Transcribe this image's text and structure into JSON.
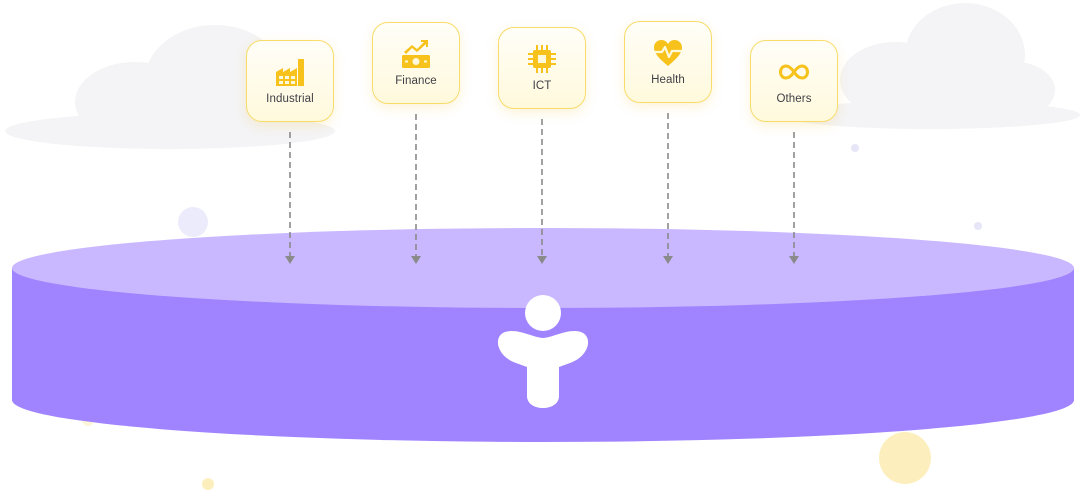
{
  "categories": [
    {
      "label": "Industrial",
      "icon": "factory-icon"
    },
    {
      "label": "Finance",
      "icon": "money-growth-icon"
    },
    {
      "label": "ICT",
      "icon": "chip-icon"
    },
    {
      "label": "Health",
      "icon": "heart-pulse-icon"
    },
    {
      "label": "Others",
      "icon": "infinity-icon"
    }
  ],
  "colors": {
    "icon": "#f6c21b",
    "card_border": "#f8dc6a",
    "platform_top": "#c9b8ff",
    "platform_side": "#a084ff",
    "arrow": "#8a8a8a"
  }
}
